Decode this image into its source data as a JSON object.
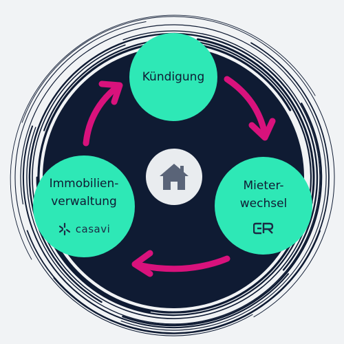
{
  "diagram": {
    "nodes": [
      {
        "id": "kuendigung",
        "label_lines": [
          "Kündigung"
        ]
      },
      {
        "id": "mieterwechsel",
        "label_lines": [
          "Mieter-",
          "wechsel"
        ]
      },
      {
        "id": "immobilienverwaltung",
        "label_lines": [
          "Immobilien-",
          "verwaltung"
        ]
      }
    ],
    "center_icon": "house-icon",
    "cycle_direction": "clockwise",
    "brand_immobilienverwaltung": {
      "name": "casavi",
      "icon": "casavi-logo-icon"
    },
    "brand_mieterwechsel": {
      "icon": "cr-logo-icon"
    },
    "colors": {
      "background": "#f1f3f5",
      "dark_circle": "#0f1b33",
      "node": "#2ee8b6",
      "arrow": "#d8127c",
      "swirl": "#0f1b33",
      "house": "#5a6478"
    }
  }
}
